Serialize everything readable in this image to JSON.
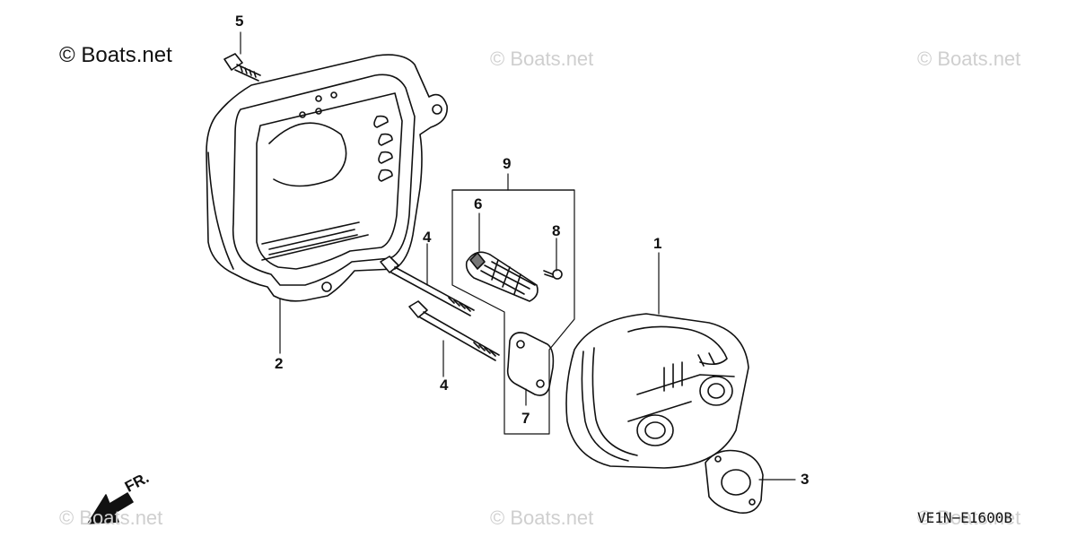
{
  "watermark": {
    "brand": "© Boats.net",
    "faint": "© Boats.net",
    "color": "#cfcfcf"
  },
  "direction_label": "FR.",
  "diagram_code": "VE1N−E1600B",
  "callouts": [
    "1",
    "2",
    "3",
    "4",
    "4",
    "5",
    "6",
    "7",
    "8",
    "9"
  ],
  "parts": [
    {
      "icon": "muffler-protector-icon"
    },
    {
      "icon": "muffler-icon"
    },
    {
      "icon": "muffler-gasket-icon"
    },
    {
      "icon": "stud-bolt-icon"
    },
    {
      "icon": "flange-bolt-icon"
    },
    {
      "icon": "spark-arrester-screen-icon"
    },
    {
      "icon": "arrester-cover-plate-icon"
    },
    {
      "icon": "tapping-screw-icon"
    }
  ]
}
